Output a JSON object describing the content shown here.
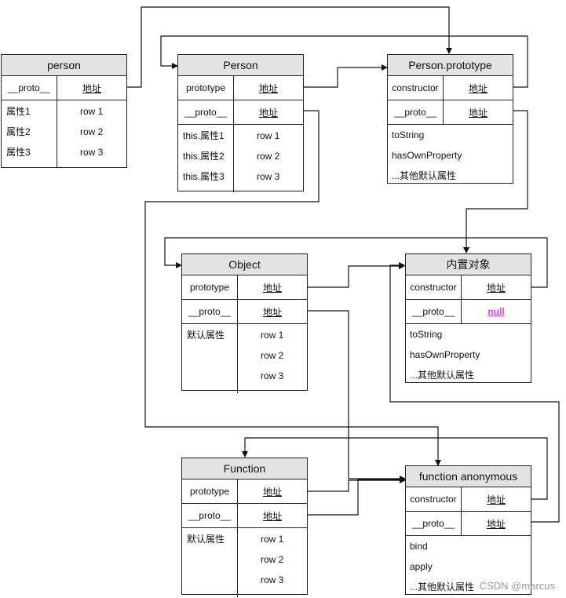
{
  "person": {
    "title": "person",
    "proto_key": "__proto__",
    "proto_val": "地址",
    "keys": [
      "属性1",
      "属性2",
      "属性3"
    ],
    "vals": [
      "row 1",
      "row 2",
      "row 3"
    ]
  },
  "Person": {
    "title": "Person",
    "prototype_key": "prototype",
    "prototype_val": "地址",
    "proto_key": "__proto__",
    "proto_val": "地址",
    "keys": [
      "this.属性1",
      "this.属性2",
      "this.属性3"
    ],
    "vals": [
      "row 1",
      "row 2",
      "row 3"
    ]
  },
  "PersonPrototype": {
    "title": "Person.prototype",
    "constructor_key": "constructor",
    "constructor_val": "地址",
    "proto_key": "__proto__",
    "proto_val": "地址",
    "items": [
      "toString",
      "hasOwnProperty",
      "...其他默认属性"
    ]
  },
  "Object": {
    "title": "Object",
    "prototype_key": "prototype",
    "prototype_val": "地址",
    "proto_key": "__proto__",
    "proto_val": "地址",
    "key": "默认属性",
    "vals": [
      "row 1",
      "row 2",
      "row 3"
    ]
  },
  "Builtin": {
    "title": "内置对象",
    "constructor_key": "constructor",
    "constructor_val": "地址",
    "proto_key": "__proto__",
    "proto_val": "null",
    "items": [
      "toString",
      "hasOwnProperty",
      "...其他默认属性"
    ]
  },
  "Function": {
    "title": "Function",
    "prototype_key": "prototype",
    "prototype_val": "地址",
    "proto_key": "__proto__",
    "proto_val": "地址",
    "key": "默认属性",
    "vals": [
      "row 1",
      "row 2",
      "row 3"
    ]
  },
  "Anon": {
    "title": "function anonymous",
    "constructor_key": "constructor",
    "constructor_val": "地址",
    "proto_key": "__proto__",
    "proto_val": "地址",
    "items": [
      "bind",
      "apply",
      "...其他默认属性"
    ]
  },
  "watermark": "CSDN @marcus"
}
